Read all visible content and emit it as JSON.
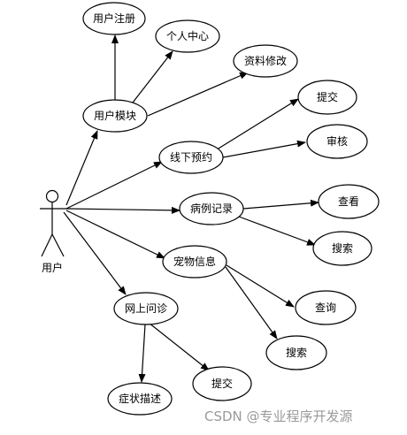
{
  "diagram": {
    "actor": {
      "label": "用户"
    },
    "nodes": {
      "register": "用户注册",
      "personal_center": "个人中心",
      "edit_profile": "资料修改",
      "user_module": "用户模块",
      "offline_booking": "线下预约",
      "booking_submit": "提交",
      "booking_review": "审核",
      "medical_records": "病例记录",
      "records_view": "查看",
      "records_search": "搜索",
      "pet_info": "宠物信息",
      "pet_query": "查询",
      "pet_search": "搜索",
      "online_consult": "网上问诊",
      "symptom_desc": "症状描述",
      "consult_submit": "提交"
    }
  },
  "watermark": "CSDN @专业程序开发源"
}
